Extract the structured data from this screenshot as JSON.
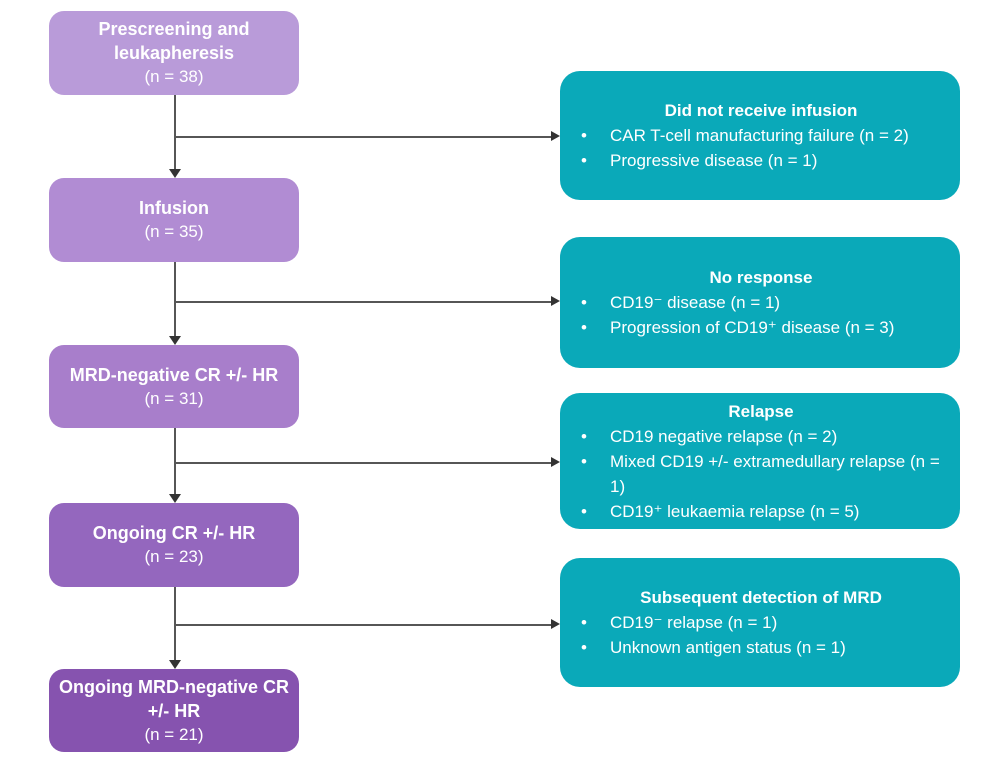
{
  "diagram": {
    "steps": [
      {
        "title": "Prescreening and leukapheresis",
        "count": "(n = 38)"
      },
      {
        "title": "Infusion",
        "count": "(n = 35)"
      },
      {
        "title": "MRD-negative CR +/- HR",
        "count": "(n = 31)"
      },
      {
        "title": "Ongoing CR +/- HR",
        "count": "(n = 23)"
      },
      {
        "title": "Ongoing MRD-negative CR +/- HR",
        "count": "(n = 21)"
      }
    ],
    "branches": [
      {
        "title": "Did not receive infusion",
        "bullets": [
          "CAR T-cell manufacturing failure (n = 2)",
          "Progressive disease (n = 1)"
        ]
      },
      {
        "title": "No response",
        "bullets": [
          "CD19⁻ disease (n = 1)",
          "Progression of CD19⁺ disease (n = 3)"
        ]
      },
      {
        "title": "Relapse",
        "bullets": [
          "CD19 negative relapse (n = 2)",
          "Mixed CD19 +/- extramedullary relapse (n = 1)",
          "CD19⁺ leukaemia relapse (n = 5)"
        ]
      },
      {
        "title": "Subsequent detection of MRD",
        "bullets": [
          "CD19⁻ relapse (n = 1)",
          "Unknown antigen status (n = 1)"
        ]
      }
    ],
    "glyphs": {
      "bullet": "•"
    },
    "colors": {
      "step_fills": [
        "#b99bd9",
        "#b18cd3",
        "#a87ecb",
        "#9467be",
        "#8653af"
      ],
      "branch_fill": "#0aa9b9",
      "text": "#ffffff",
      "line": "#565656",
      "arrow": "#333333"
    }
  }
}
